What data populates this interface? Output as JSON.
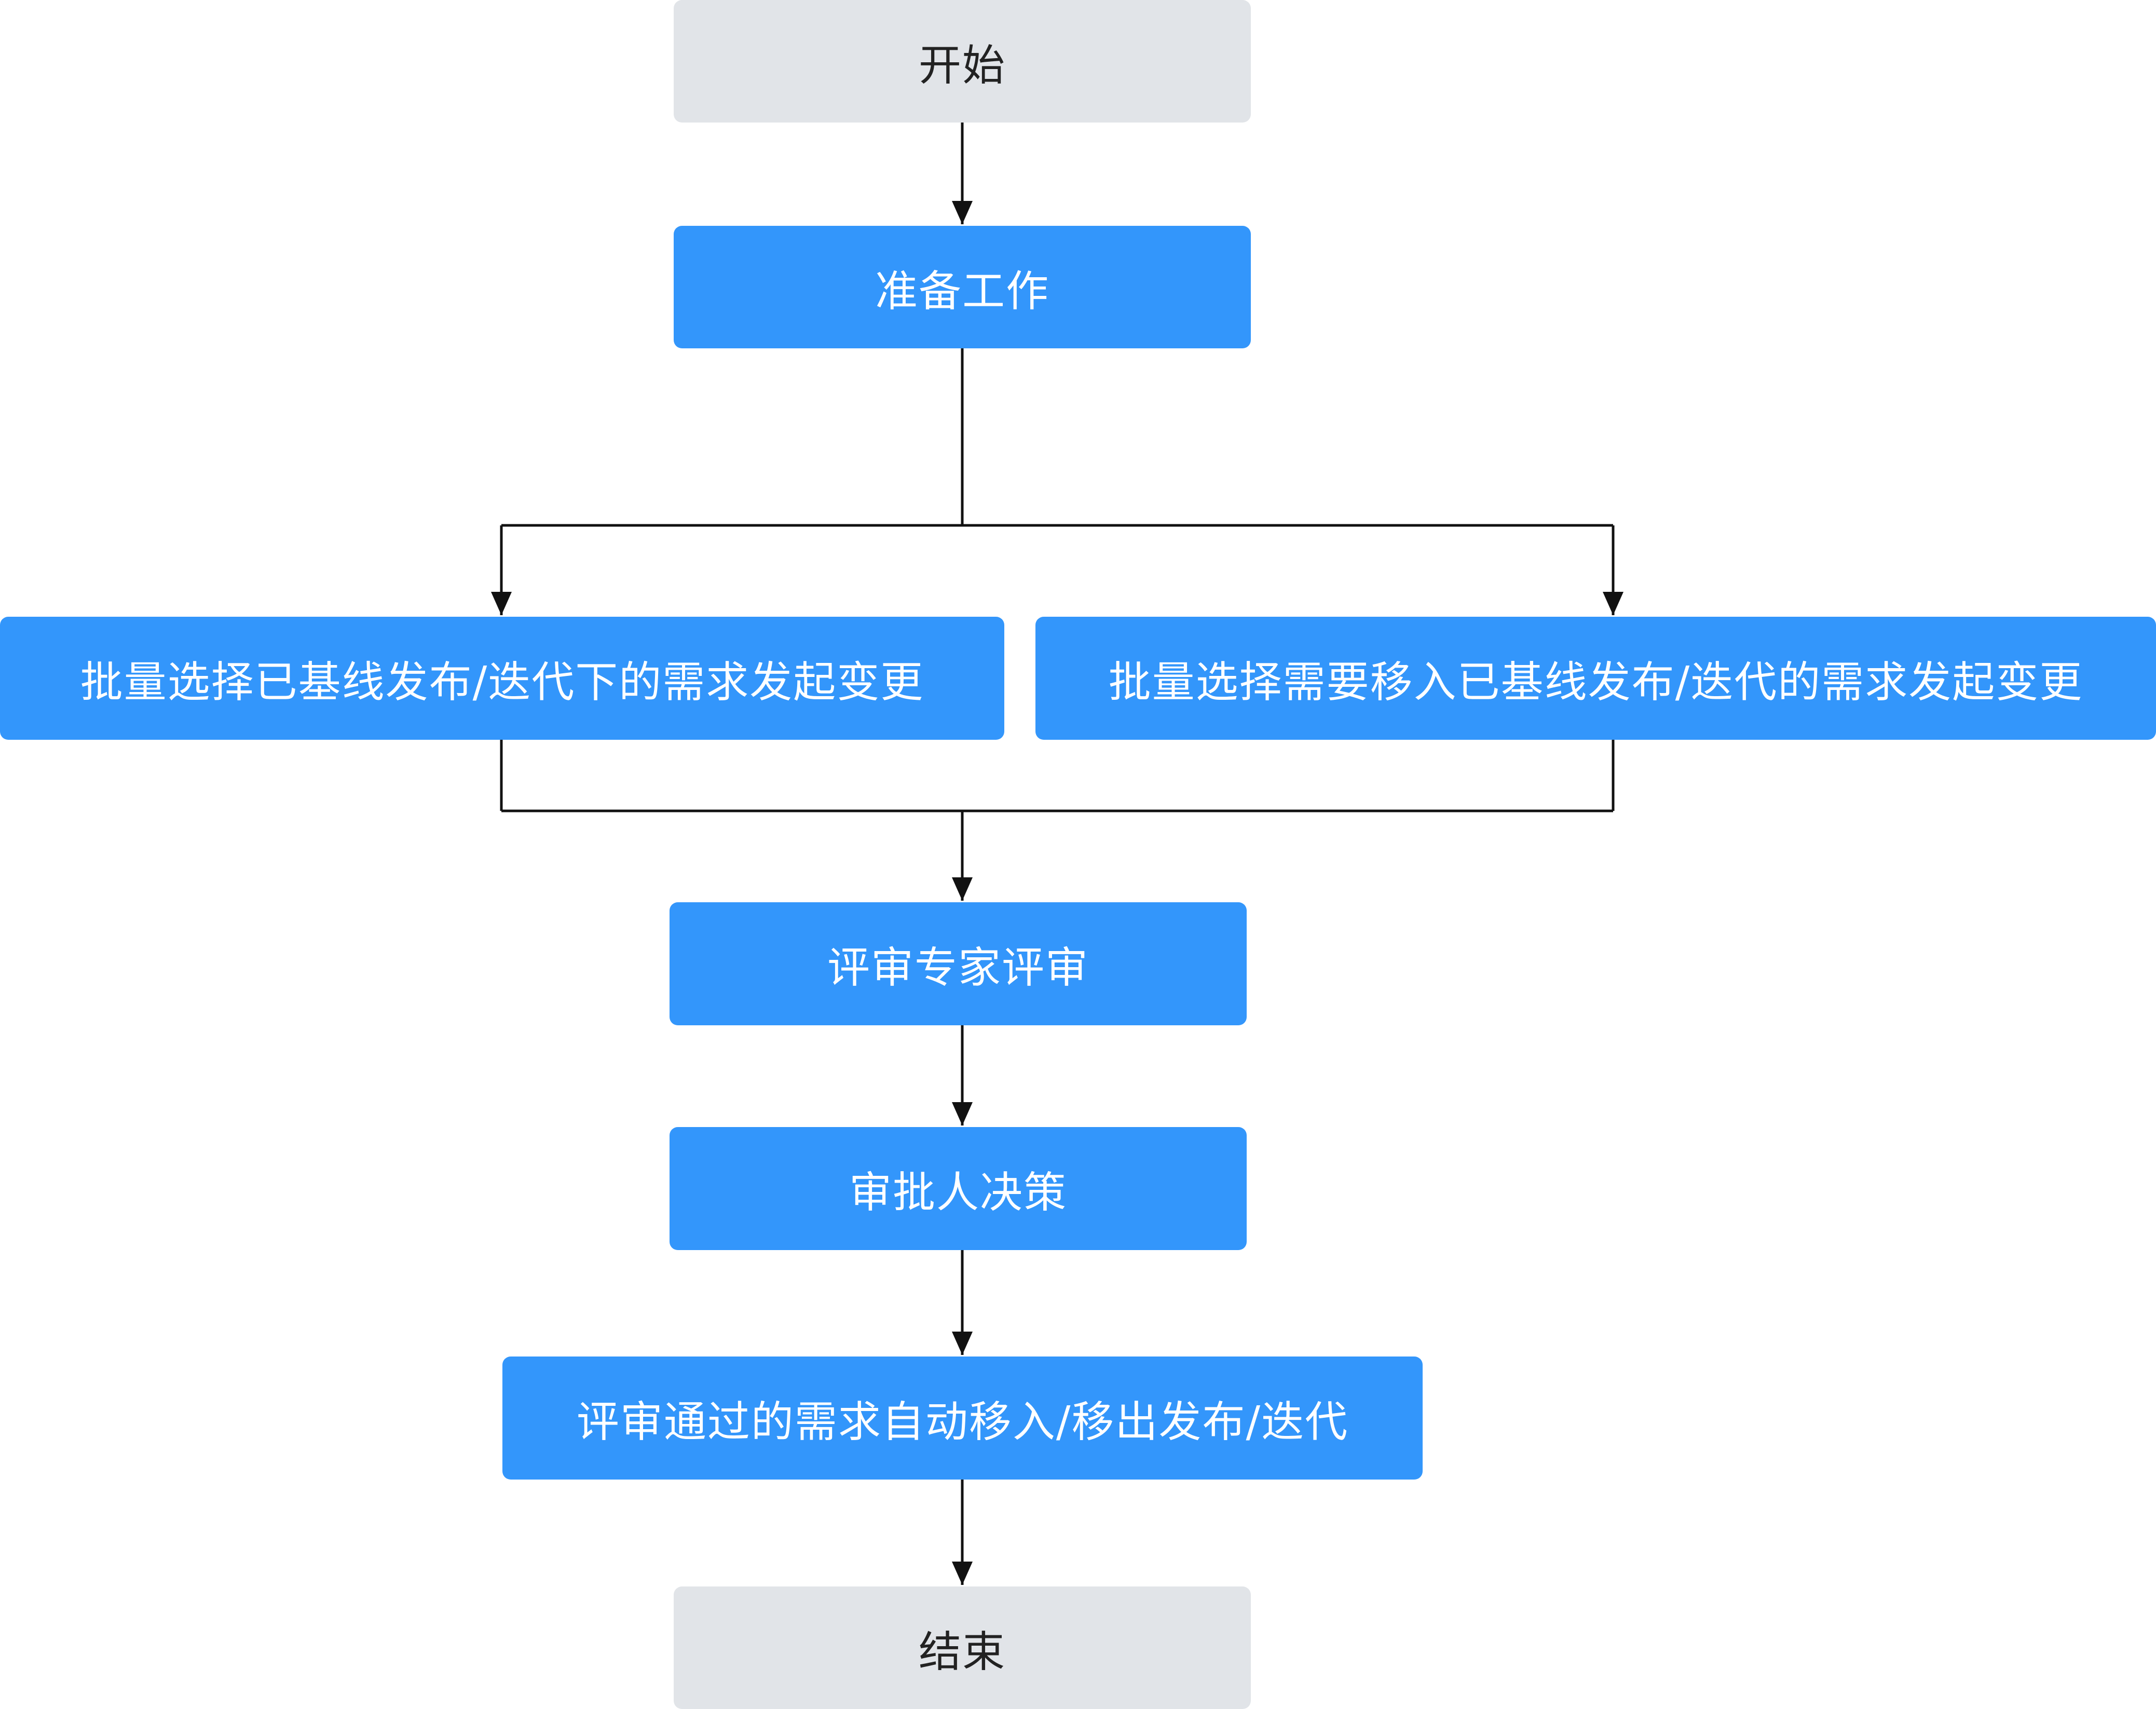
{
  "flowchart": {
    "nodes": {
      "start": "开始",
      "prep": "准备工作",
      "left_branch": "批量选择已基线发布/迭代下的需求发起变更",
      "right_branch": "批量选择需要移入已基线发布/迭代的需求发起变更",
      "review": "评审专家评审",
      "approve": "审批人决策",
      "auto_move": "评审通过的需求自动移入/移出发布/迭代",
      "end": "结束"
    },
    "colors": {
      "terminal_fill": "#e1e4e8",
      "process_fill": "#3396fb",
      "connector": "#111111"
    }
  }
}
